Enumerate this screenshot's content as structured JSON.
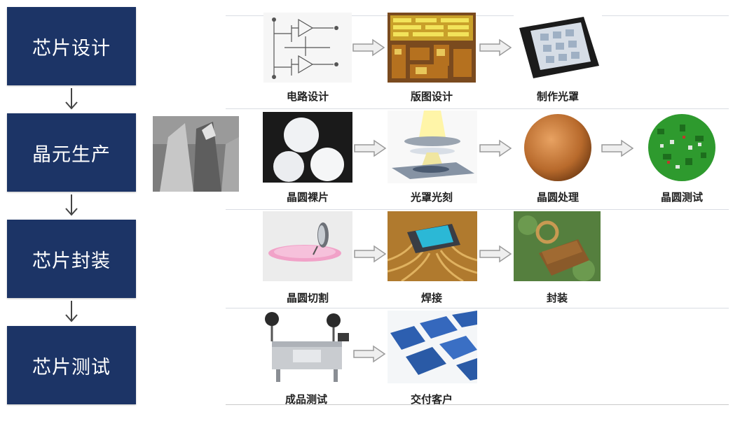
{
  "colors": {
    "stage_fill": "#1c3466",
    "stage_text": "#ffffff",
    "arrow_fill": "#efefef",
    "arrow_stroke": "#9a9a9a"
  },
  "stages": [
    {
      "label": "芯片设计",
      "steps": [
        "电路设计",
        "版图设计",
        "制作光罩"
      ]
    },
    {
      "label": "晶元生产",
      "steps": [
        "晶圆裸片",
        "光罩光刻",
        "晶圆处理",
        "晶圆测试"
      ]
    },
    {
      "label": "芯片封装",
      "steps": [
        "晶圆切割",
        "焊接",
        "封装"
      ]
    },
    {
      "label": "芯片测试",
      "steps": [
        "成品测试",
        "交付客户"
      ]
    }
  ],
  "icons": [
    "circuit-schematic-icon",
    "chip-layout-icon",
    "photomask-icon",
    "silicon-ingot-icon",
    "bare-wafers-icon",
    "lithography-icon",
    "processed-wafer-icon",
    "wafer-test-icon",
    "wafer-dicing-icon",
    "wire-bonding-icon",
    "packaged-chip-icon",
    "test-equipment-icon",
    "finished-chips-icon"
  ]
}
